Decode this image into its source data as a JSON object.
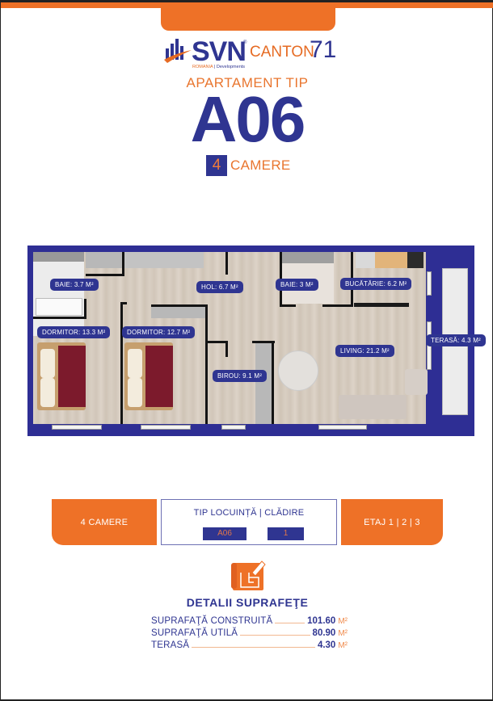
{
  "brand": {
    "name": "SVN",
    "trademark": "®",
    "country": "ROMANIA",
    "division": "Developments",
    "project_word": "CANTON",
    "project_number": "71",
    "colors": {
      "navy": "#2f3591",
      "orange": "#ee7127"
    }
  },
  "header": {
    "label": "APARTAMENT TIP",
    "code": "A06",
    "rooms_count": "4",
    "rooms_word": "CAMERE"
  },
  "floor_plan": {
    "rooms": [
      {
        "label": "BAIE: 3.7 M²"
      },
      {
        "label": "HOL: 6.7 M²"
      },
      {
        "label": "BAIE: 3 M²"
      },
      {
        "label": "BUCĂTĂRIE: 6.2 M²"
      },
      {
        "label": "DORMITOR: 13.3 M²"
      },
      {
        "label": "DORMITOR: 12.7 M²"
      },
      {
        "label": "TERASĂ: 4.3 M²"
      },
      {
        "label": "LIVING: 21.2 M²"
      },
      {
        "label": "BIROU: 9.1 M²"
      }
    ]
  },
  "info": {
    "rooms": "4 CAMERE",
    "type_title": "TIP LOCUINȚĂ | CLĂDIRE",
    "type_value": "A06",
    "building_value": "1",
    "floors": "ETAJ 1 | 2 | 3"
  },
  "details": {
    "icon": "blueprint-pencil-icon",
    "title": "DETALII SUPRAFEŢE",
    "rows": [
      {
        "label": "SUPRAFAŢĂ CONSTRUITĂ",
        "value": "101.60",
        "unit": "M²"
      },
      {
        "label": "SUPRAFAŢĂ UTILĂ",
        "value": "80.90",
        "unit": "M²"
      },
      {
        "label": "TERASĂ",
        "value": "4.30",
        "unit": "M²"
      }
    ]
  }
}
